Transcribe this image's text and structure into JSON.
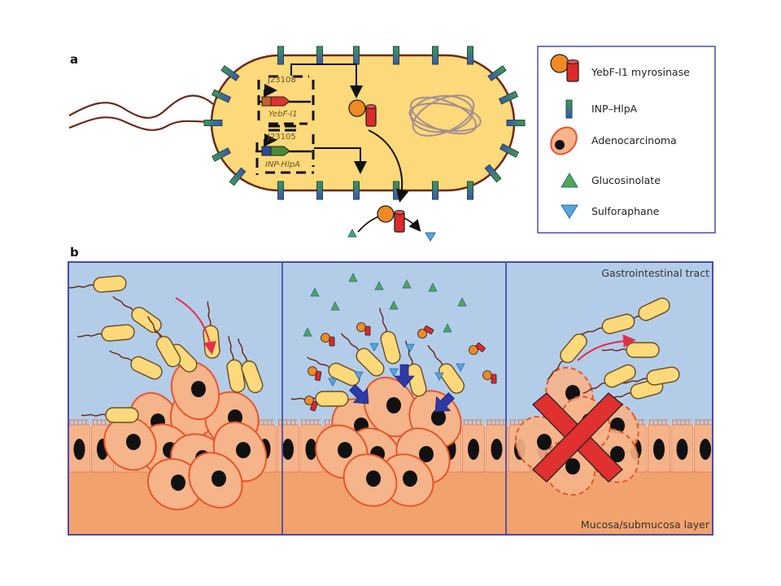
{
  "figure": {
    "panel_a_label": "a",
    "panel_b_label": "b"
  },
  "panel_a": {
    "promoters": [
      {
        "name": "J23108",
        "gene": "YebF-I1"
      },
      {
        "name": "J23105",
        "gene": "INP-HlpA"
      }
    ]
  },
  "legend": {
    "items": [
      {
        "label": "YebF-I1 myrosinase",
        "icon": "myrosinase-icon"
      },
      {
        "label": "INP–HlpA",
        "icon": "inp-hlpa-icon"
      },
      {
        "label": "Adenocarcinoma",
        "icon": "adenocarcinoma-icon"
      },
      {
        "label": "Glucosinolate",
        "icon": "glucosinolate-icon"
      },
      {
        "label": "Sulforaphane",
        "icon": "sulforaphane-icon"
      }
    ]
  },
  "panel_b": {
    "top_region_label": "Gastrointestinal tract",
    "bottom_region_label": "Mucosa/submucosa layer",
    "stages": [
      "binding",
      "secretion-and-conversion",
      "tumor-cleared"
    ]
  },
  "colors": {
    "cell_fill": "#fcd97a",
    "cell_outline": "#6b2a1a",
    "lumen": "#b3cde9",
    "mucosa": "#f2a36d",
    "epithelium": "#f5b38a",
    "tumor_fill": "#f6b48a",
    "tumor_outline": "#e8552a",
    "frame": "#4b4ba8",
    "glucosinolate": "#4fa84a",
    "sulforaphane": "#58a6de",
    "myrosinase_orange": "#f08a24",
    "myrosinase_red": "#dd2a2a",
    "arrow_blue": "#2d3aa8",
    "cross_red": "#e03030"
  }
}
